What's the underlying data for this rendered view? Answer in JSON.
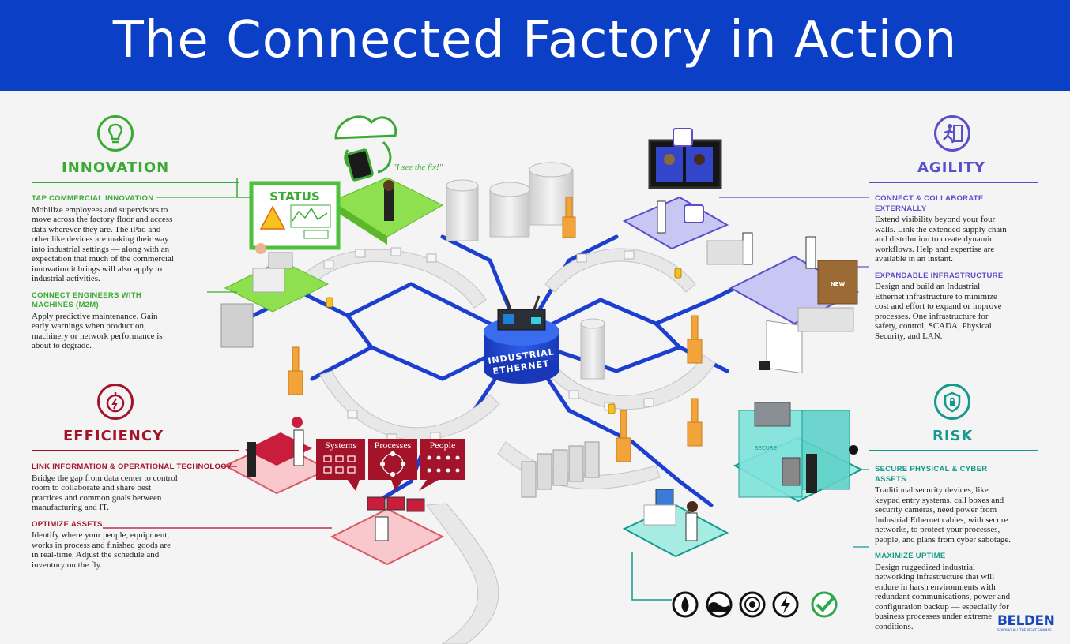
{
  "title": "The Connected Factory in Action",
  "hub": {
    "line1": "INDUSTRIAL",
    "line2": "ETHERNET"
  },
  "status_screen": {
    "label": "STATUS"
  },
  "quote": "\"I see the fix!\"",
  "efficiency_tags": [
    "Systems",
    "Processes",
    "People"
  ],
  "secure_label": "SECURE",
  "new_label": "NEW",
  "sections": {
    "innovation": {
      "title": "INNOVATION",
      "icon": "lightbulb-icon",
      "color": "#3aaa35",
      "items": [
        {
          "heading": "TAP COMMERCIAL INNOVATION",
          "text": "Mobilize employees and supervisors to move across the factory floor and access data wherever they are. The iPad and other like devices are making their way into industrial settings — along with an expectation that much of the commercial innovation it brings will also apply to industrial activities."
        },
        {
          "heading": "CONNECT ENGINEERS WITH MACHINES (M2M)",
          "text": "Apply predictive maintenance. Gain early warnings when production, machinery or network performance is about to degrade."
        }
      ]
    },
    "agility": {
      "title": "AGILITY",
      "icon": "running-person-icon",
      "color": "#5b4fc9",
      "items": [
        {
          "heading": "CONNECT & COLLABORATE EXTERNALLY",
          "text": "Extend visibility beyond your four walls. Link the extended supply chain and distribution to create dynamic workflows. Help and expertise are available in an instant."
        },
        {
          "heading": "EXPANDABLE INFRASTRUCTURE",
          "text": "Design and build an Industrial Ethernet infrastructure to minimize cost and effort to expand or improve processes. One infrastructure for safety, control, SCADA, Physical Security, and LAN."
        }
      ]
    },
    "efficiency": {
      "title": "EFFICIENCY",
      "icon": "stopwatch-icon",
      "color": "#a3142a",
      "items": [
        {
          "heading": "LINK INFORMATION & OPERATIONAL TECHNOLOGY",
          "text": "Bridge the gap from data center to control room to collaborate and share best practices and common goals between manufacturing and IT."
        },
        {
          "heading": "OPTIMIZE ASSETS",
          "text": "Identify where your people, equipment, works in process and finished goods are in real-time. Adjust the schedule and inventory on the fly."
        }
      ]
    },
    "risk": {
      "title": "RISK",
      "icon": "shield-lock-icon",
      "color": "#149a8c",
      "items": [
        {
          "heading": "SECURE PHYSICAL & CYBER ASSETS",
          "text": "Traditional security devices, like keypad entry systems, call boxes and security cameras, need power from Industrial Ethernet cables, with secure networks, to protect your processes, people, and plans from cyber sabotage."
        },
        {
          "heading": "MAXIMIZE UPTIME",
          "text": "Design ruggedized industrial networking infrastructure that will endure in harsh environments with redundant communications, power and configuration backup — especially for business processes under extreme conditions."
        }
      ]
    }
  },
  "hazard_icons": [
    "fire-icon",
    "water-icon",
    "vibration-icon",
    "lightning-icon",
    "checkmark-icon"
  ],
  "logo": {
    "name": "BELDEN",
    "tagline": "SENDING ALL THE RIGHT SIGNALS"
  },
  "colors": {
    "banner": "#0a3fc6",
    "network": "#1c3fd0",
    "conveyor": "#e6e6e6"
  }
}
